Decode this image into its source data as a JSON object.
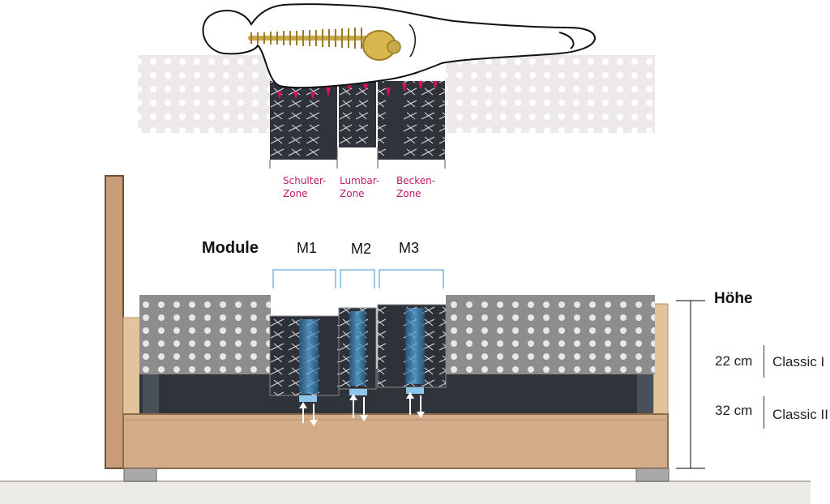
{
  "zones": [
    {
      "line1": "Schulter-",
      "line2": "Zone"
    },
    {
      "line1": "Lumbar-",
      "line2": "Zone"
    },
    {
      "line1": "Becken-",
      "line2": "Zone"
    }
  ],
  "modules": {
    "title": "Module",
    "items": [
      "M1",
      "M2",
      "M3"
    ]
  },
  "height": {
    "title": "Höhe",
    "rows": [
      {
        "size": "22 cm",
        "model": "Classic I"
      },
      {
        "size": "32 cm",
        "model": "Classic II"
      }
    ]
  },
  "colors": {
    "zone_text": "#c0186a",
    "wood": "#d3ad8a",
    "foam_gray": "#8d8d8d",
    "spring_dark": "#2e3238",
    "spring_highlight": "#3e8fcf"
  },
  "icons": [
    "human-body-outline-icon",
    "spine-icon",
    "pressure-arrow-icon",
    "vertical-arrow-icon"
  ]
}
